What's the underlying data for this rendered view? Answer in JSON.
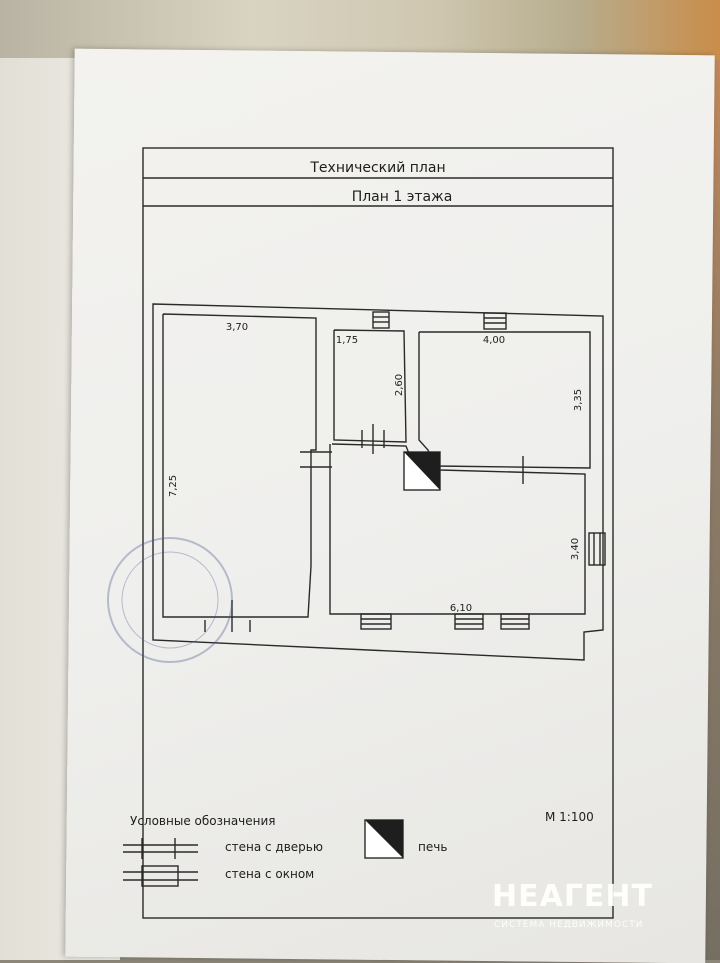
{
  "plan": {
    "title": "Технический план",
    "subtitle": "План 1 этажа",
    "scale": "М 1:100"
  },
  "dimensions": {
    "room_left_width": "3,70",
    "room_left_height": "7,25",
    "room_small_width": "1,75",
    "room_small_height": "2,60",
    "room_topright_width": "4,00",
    "room_topright_height": "3,35",
    "room_bottom_width": "6,10",
    "room_bottom_height": "3,40"
  },
  "legend": {
    "heading": "Условные обозначения",
    "door_wall": "стена с дверью",
    "window_wall": "стена с окном",
    "stove": "печь"
  },
  "watermark": {
    "brand": "НЕАГЕНТ",
    "tagline": "СИСТЕМА НЕДВИЖИМОСТИ"
  },
  "colors": {
    "line": "#2a2a2a",
    "paper": "#f0efeb"
  }
}
